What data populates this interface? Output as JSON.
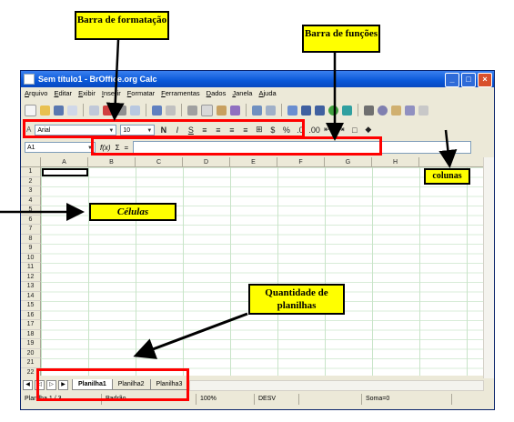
{
  "window": {
    "title": "Sem título1 - BrOffice.org Calc"
  },
  "menu": [
    "Arquivo",
    "Editar",
    "Exibir",
    "Inserir",
    "Formatar",
    "Ferramentas",
    "Dados",
    "Janela",
    "Ajuda"
  ],
  "format_toolbar": {
    "font_name": "Arial",
    "font_size": "10",
    "bold": "N",
    "italic": "I",
    "underline": "S"
  },
  "formula_bar": {
    "name_box": "A1",
    "function_wizard": "f(x)",
    "sum": "Σ",
    "equals": "="
  },
  "columns": [
    "A",
    "B",
    "C",
    "D",
    "E",
    "F",
    "G",
    "H"
  ],
  "rows": [
    "1",
    "2",
    "3",
    "4",
    "5",
    "6",
    "7",
    "8",
    "9",
    "10",
    "11",
    "12",
    "13",
    "14",
    "15",
    "16",
    "17",
    "18",
    "19",
    "20",
    "21",
    "22"
  ],
  "sheet_tabs": [
    "Planilha1",
    "Planilha2",
    "Planilha3"
  ],
  "status": {
    "sheet": "Planilha 1 / 3",
    "style": "Padrão",
    "zoom": "100%",
    "mode": "DESV",
    "sum": "Soma=0"
  },
  "annotations": {
    "formatting_bar": "Barra de formatação",
    "functions_bar": "Barra de funções",
    "columns": "colunas",
    "cells": "Células",
    "sheets": "Quantidade de planilhas"
  },
  "colors": {
    "callout_bg": "#ffff00",
    "highlight_border": "#ff0000",
    "titlebar": "#0a58d8"
  }
}
